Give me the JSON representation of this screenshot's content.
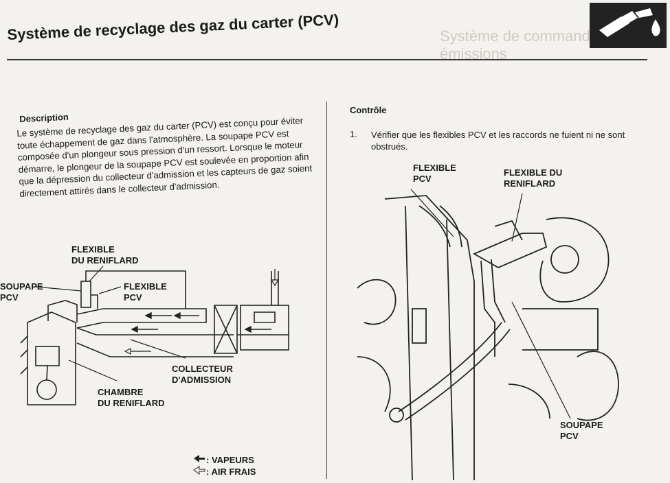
{
  "header": {
    "title": "Système de recyclage des gaz du carter (PCV)",
    "ghost_title": "Système de commande des émissions"
  },
  "description": {
    "heading": "Description",
    "text": "Le système de recyclage des gaz du carter (PCV) est conçu pour éviter toute échappement de gaz dans l'atmosphère. La soupape PCV est composée d'un plongeur sous pression d'un ressort. Lorsque le moteur démarre, le plongeur de la soupape PCV est soulevée en proportion afin que la dépression du collecteur d'admission et les capteurs de gaz soient directement attirés dans le collecteur d'admission."
  },
  "left_diagram": {
    "labels": {
      "flexible_reniflard": "FLEXIBLE\nDU RENIFLARD",
      "soupape_pcv": "SOUPAPE\nPCV",
      "flexible_pcv": "FLEXIBLE\nPCV",
      "collecteur": "COLLECTEUR\nD'ADMISSION",
      "chambre": "CHAMBRE\nDU RENIFLARD"
    },
    "legend": {
      "vapeurs": "VAPEURS",
      "air_frais": "AIR FRAIS"
    }
  },
  "controle": {
    "heading": "Contrôle",
    "step_number": "1.",
    "step_text": "Vérifier que les flexibles PCV et les raccords ne fuient ni ne sont obstrués."
  },
  "right_diagram": {
    "labels": {
      "flexible_pcv": "FLEXIBLE\nPCV",
      "flexible_reniflard": "FLEXIBLE DU\nRENIFLARD",
      "soupape_pcv": "SOUPAPE\nPCV"
    }
  },
  "icons": {
    "logo": "engine-emission-icon",
    "arrow_filled": "filled-arrow-left-icon",
    "arrow_outline": "outline-arrow-left-icon"
  }
}
